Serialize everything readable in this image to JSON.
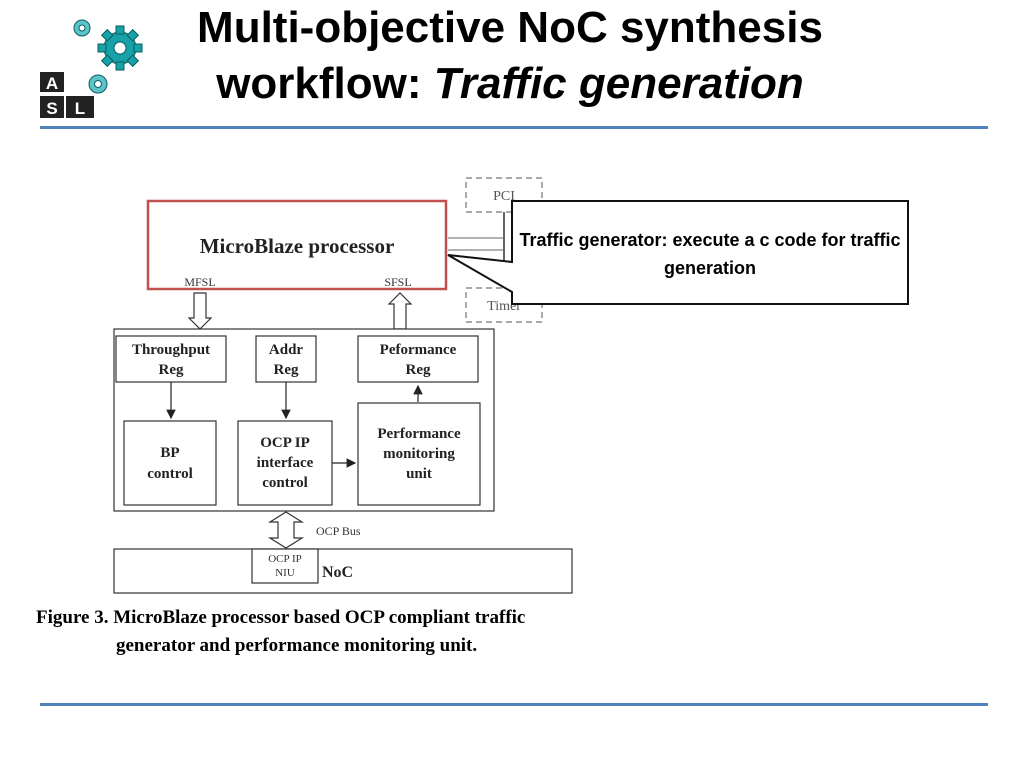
{
  "slide": {
    "title_line1": "Multi-objective NoC synthesis",
    "title_line2_plain": "workflow: ",
    "title_line2_italic": "Traffic generation",
    "logo_letters": [
      "A",
      "S",
      "L"
    ]
  },
  "callout": {
    "text": "Traffic generator: execute a c code for traffic generation"
  },
  "diagram": {
    "microblaze_label": "MicroBlaze processor",
    "mfsl_label": "MFSL",
    "sfsl_label": "SFSL",
    "pci_label": "PCI",
    "timer_label": "Timer",
    "throughput_reg": [
      "Throughput",
      "Reg"
    ],
    "addr_reg": [
      "Addr",
      "Reg"
    ],
    "performance_reg": [
      "Peformance",
      "Reg"
    ],
    "bp_control": [
      "BP",
      "control"
    ],
    "ocp_ip_control": [
      "OCP IP",
      "interface",
      "control"
    ],
    "perf_monitor": [
      "Performance",
      "monitoring",
      "unit"
    ],
    "ocp_bus_label": "OCP Bus",
    "niu_label": [
      "OCP IP",
      "NIU"
    ],
    "noc_label": "NoC"
  },
  "caption": {
    "line1": "Figure 3. MicroBlaze processor based OCP compliant traffic",
    "line2": "generator and performance monitoring unit."
  },
  "colors": {
    "accent_rule": "#4f81bd",
    "highlight_border": "#c0504d",
    "gear_teal": "#17a2a8"
  }
}
